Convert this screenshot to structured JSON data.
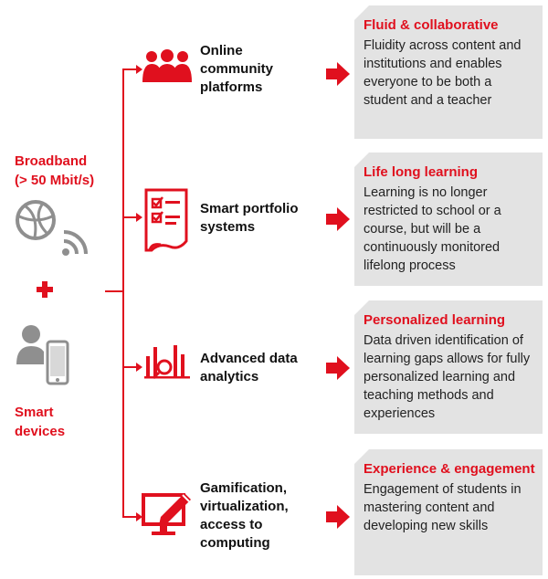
{
  "left": {
    "broadband_label": "Broadband",
    "broadband_speed": "(> 50 Mbit/s)",
    "broadband_icons": [
      "globe-icon",
      "wifi-signal-icon"
    ],
    "plus_icon": "plus-icon",
    "smart_label_line1": "Smart",
    "smart_label_line2": "devices",
    "devices_icons": [
      "person-icon",
      "smartphone-icon"
    ]
  },
  "rows": [
    {
      "icon": "people-group-icon",
      "tech_label": "Online community platforms",
      "card_title": "Fluid & collaborative",
      "card_body": "Fluidity across content and institutions and enables everyone to be both a student and a teacher"
    },
    {
      "icon": "checklist-document-icon",
      "tech_label": "Smart portfolio systems",
      "card_title": "Life long learning",
      "card_body": "Learning is no longer restricted to school or a course, but will be a continuously monitored lifelong process"
    },
    {
      "icon": "bar-chart-magnifier-icon",
      "tech_label": "Advanced data analytics",
      "card_title": "Personalized learning",
      "card_body": "Data driven identification of learning gaps allows for fully personalized learning and teaching methods and experiences"
    },
    {
      "icon": "monitor-pencil-icon",
      "tech_label": "Gamification, virtualization, access to computing",
      "card_title": "Experience & engagement",
      "card_body": "Engagement of students in mastering content and developing new skills"
    }
  ],
  "colors": {
    "accent": "#e0101e",
    "gray_icon": "#8f8f8f",
    "card_bg": "#e3e3e3"
  }
}
